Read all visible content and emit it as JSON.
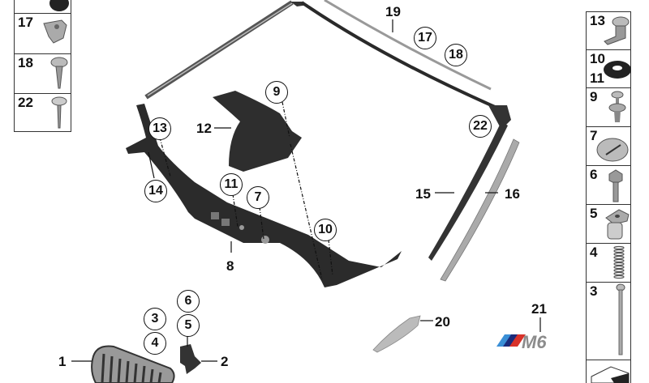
{
  "diagram": {
    "type": "exploded-parts-diagram",
    "subject": "Windshield cowl panel / trim with grille, side marker and M6 badge"
  },
  "left_legend": {
    "boxes": [
      {
        "number": "",
        "part": "black rubber grommet (cut off)"
      },
      {
        "number": "17",
        "part": "clip nut"
      },
      {
        "number": "18",
        "part": "torx screw"
      },
      {
        "number": "22",
        "part": "torx pin screw"
      }
    ]
  },
  "right_legend": {
    "boxes": [
      {
        "number": "13",
        "part": "expanding clip"
      },
      {
        "number": "10",
        "number2": "11",
        "part": "rubber washer"
      },
      {
        "number": "9",
        "part": "push rivet"
      },
      {
        "number": "7",
        "part": "round cap plug"
      },
      {
        "number": "6",
        "part": "hex bolt"
      },
      {
        "number": "5",
        "part": "bracket bushing"
      },
      {
        "number": "4",
        "part": "spring"
      },
      {
        "number": "3",
        "part": "long bolt"
      },
      {
        "number": "",
        "part": "shim plate (cut off)"
      }
    ]
  },
  "callouts": {
    "plain": [
      {
        "id": "1",
        "text": "1"
      },
      {
        "id": "2",
        "text": "2"
      },
      {
        "id": "8",
        "text": "8"
      },
      {
        "id": "12",
        "text": "12"
      },
      {
        "id": "15",
        "text": "15"
      },
      {
        "id": "16",
        "text": "16"
      },
      {
        "id": "19",
        "text": "19"
      },
      {
        "id": "20",
        "text": "20"
      },
      {
        "id": "21",
        "text": "21"
      }
    ],
    "circled": [
      {
        "id": "3",
        "text": "3"
      },
      {
        "id": "4",
        "text": "4"
      },
      {
        "id": "5",
        "text": "5"
      },
      {
        "id": "6",
        "text": "6"
      },
      {
        "id": "7",
        "text": "7"
      },
      {
        "id": "9",
        "text": "9"
      },
      {
        "id": "10",
        "text": "10"
      },
      {
        "id": "11",
        "text": "11"
      },
      {
        "id": "13",
        "text": "13"
      },
      {
        "id": "14",
        "text": "14"
      },
      {
        "id": "17",
        "text": "17"
      },
      {
        "id": "18",
        "text": "18"
      },
      {
        "id": "22",
        "text": "22"
      }
    ]
  },
  "badge": {
    "text": "M6",
    "stripe_colors": [
      "#3a8fd6",
      "#1b2a7a",
      "#d8322a"
    ],
    "letter_color": "#8c8c8c"
  },
  "colors": {
    "part_dark": "#2b2b2b",
    "part_mid": "#555555",
    "trim_gray": "#9a9a9a",
    "line": "#111111"
  }
}
